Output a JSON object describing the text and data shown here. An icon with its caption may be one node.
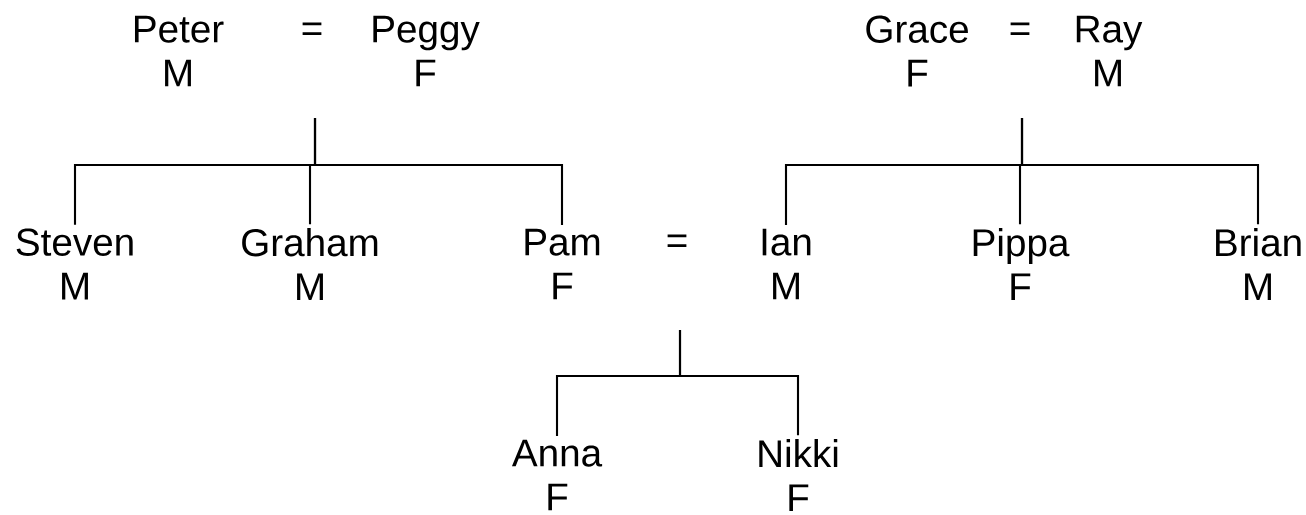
{
  "diagram": {
    "nodes": [
      {
        "text": [
          "Peter",
          "M"
        ]
      },
      {
        "text": [
          "Peggy",
          "F"
        ]
      },
      {
        "text": [
          "Grace",
          "F"
        ]
      },
      {
        "text": [
          "Ray",
          "M"
        ]
      },
      {
        "text": [
          "Steven",
          "M"
        ]
      },
      {
        "text": [
          "Graham",
          "M"
        ]
      },
      {
        "text": [
          "Pam",
          "F"
        ]
      },
      {
        "text": [
          "Ian",
          "M"
        ]
      },
      {
        "text": [
          "Pippa",
          "F"
        ]
      },
      {
        "text": [
          "Brian",
          "M"
        ]
      },
      {
        "text": [
          "Anna",
          "F"
        ]
      },
      {
        "text": [
          "Nikki",
          "F"
        ]
      }
    ],
    "edges": [
      {
        "from": null,
        "to": 4,
        "arrow": "none"
      },
      {
        "from": null,
        "to": 5,
        "arrow": "none"
      },
      {
        "from": null,
        "to": 6,
        "arrow": "none"
      },
      {
        "from": null,
        "to": 7,
        "arrow": "none"
      },
      {
        "from": null,
        "to": 8,
        "arrow": "none"
      },
      {
        "from": null,
        "to": 9,
        "arrow": "none"
      },
      {
        "from": null,
        "to": 10,
        "arrow": "none"
      },
      {
        "from": null,
        "to": 11,
        "arrow": "none"
      }
    ],
    "labels": [
      "=",
      "=",
      "="
    ]
  }
}
